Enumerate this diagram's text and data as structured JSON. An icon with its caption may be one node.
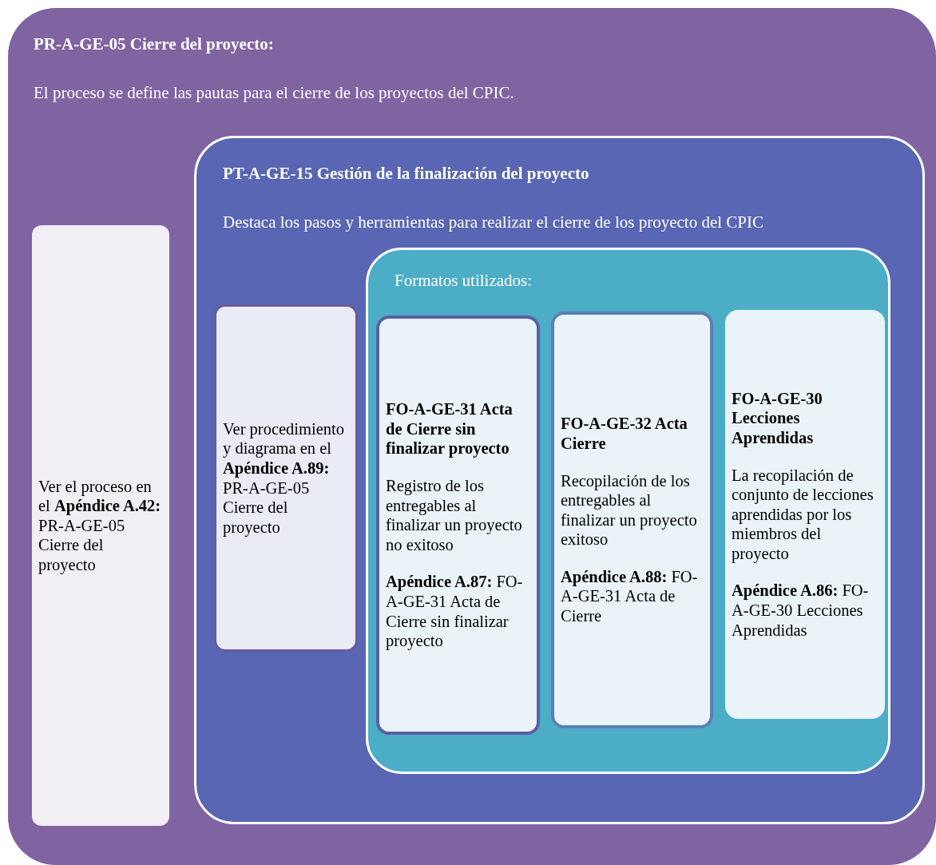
{
  "diagram": {
    "nodes": [
      {
        "text": [
          "PR-A-GE-05 Cierre del proyecto:",
          "El proceso se define las pautas para el cierre de los proyectos del CPIC."
        ]
      },
      {
        "text": [
          "Ver el proceso en el **Apéndice A.42:** PR-A-GE-05 Cierre del proyecto"
        ],
        "in": 0
      },
      {
        "text": [
          "PT-A-GE-15 Gestión de la finalización del proyecto",
          "Destaca los pasos y herramientas para realizar el cierre de los proyecto del CPIC"
        ],
        "in": 0
      },
      {
        "text": [
          "Ver procedimiento y diagrama en el **Apéndice A.89:** PR-A-GE-05 Cierre del proyecto"
        ],
        "in": 2
      },
      {
        "text": [
          "Formatos utilizados:"
        ],
        "in": 2
      },
      {
        "text": [
          "FO-A-GE-31 Acta de Cierre sin finalizar proyecto",
          "Registro de los entregables al finalizar un proyecto no exitoso",
          "**Apéndice A.87:** FO-A-GE-31 Acta de Cierre sin finalizar proyecto"
        ],
        "in": 4
      },
      {
        "text": [
          "FO-A-GE-32 Acta Cierre",
          "Recopilación de los entregables al finalizar un proyecto exitoso",
          "**Apéndice A.88:** FO-A-GE-31 Acta de Cierre"
        ],
        "in": 4
      },
      {
        "text": [
          "FO-A-GE-30 Lecciones Aprendidas",
          "La recopilación de conjunto de lecciones aprendidas por los miembros del proyecto",
          "**Apéndice A.86:** FO-A-GE-30 Lecciones Aprendidas"
        ],
        "in": 4
      }
    ]
  }
}
